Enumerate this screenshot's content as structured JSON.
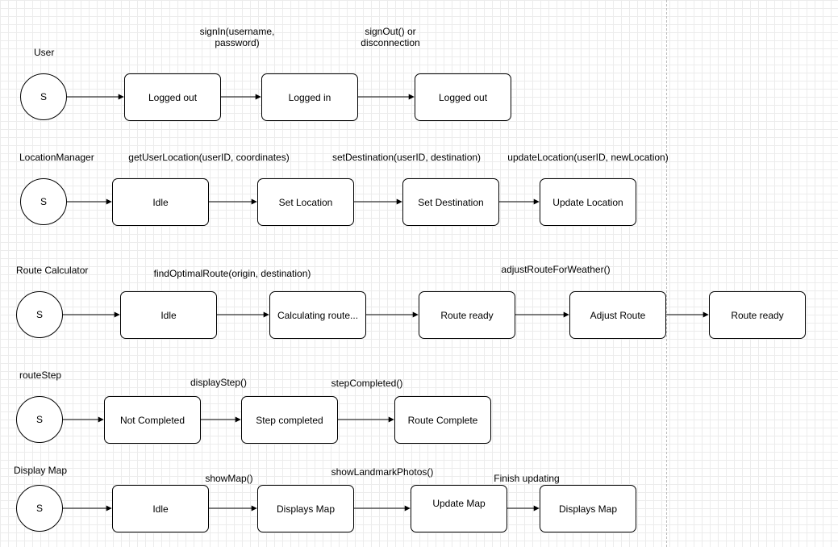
{
  "diagram": {
    "lanes": [
      {
        "id": "user",
        "label": "User",
        "start_label": "S",
        "states": [
          "Logged out",
          "Logged in",
          "Logged out"
        ],
        "transitions": [
          {
            "from": 0,
            "to": 1,
            "label": ""
          },
          {
            "from": 1,
            "to": 2,
            "label": "signIn(username,\npassword)"
          },
          {
            "from": 2,
            "to": 3,
            "label": "signOut() or\ndisconnection"
          }
        ]
      },
      {
        "id": "location-manager",
        "label": "LocationManager",
        "start_label": "S",
        "states": [
          "Idle",
          "Set Location",
          "Set Destination",
          "Update Location"
        ],
        "transitions": [
          {
            "from": 0,
            "to": 1,
            "label": ""
          },
          {
            "from": 1,
            "to": 2,
            "label": "getUserLocation(userID, coordinates)"
          },
          {
            "from": 2,
            "to": 3,
            "label": "setDestination(userID, destination)"
          },
          {
            "from": 3,
            "to": 4,
            "label": "updateLocation(userID, newLocation)"
          }
        ]
      },
      {
        "id": "route-calculator",
        "label": "Route Calculator",
        "start_label": "S",
        "states": [
          "Idle",
          "Calculating route...",
          "Route ready",
          "Adjust Route",
          "Route ready"
        ],
        "transitions": [
          {
            "from": 0,
            "to": 1,
            "label": ""
          },
          {
            "from": 1,
            "to": 2,
            "label": "findOptimalRoute(origin, destination)"
          },
          {
            "from": 2,
            "to": 3,
            "label": ""
          },
          {
            "from": 3,
            "to": 4,
            "label": "adjustRouteForWeather()"
          },
          {
            "from": 4,
            "to": 5,
            "label": ""
          }
        ]
      },
      {
        "id": "route-step",
        "label": "routeStep",
        "start_label": "S",
        "states": [
          "Not Completed",
          "Step completed",
          "Route Complete"
        ],
        "transitions": [
          {
            "from": 0,
            "to": 1,
            "label": ""
          },
          {
            "from": 1,
            "to": 2,
            "label": "displayStep()"
          },
          {
            "from": 2,
            "to": 3,
            "label": "stepCompleted()"
          }
        ]
      },
      {
        "id": "display-map",
        "label": "Display Map",
        "start_label": "S",
        "states": [
          "Idle",
          "Displays Map",
          "Update Map",
          "Displays Map"
        ],
        "transitions": [
          {
            "from": 0,
            "to": 1,
            "label": ""
          },
          {
            "from": 1,
            "to": 2,
            "label": "showMap()"
          },
          {
            "from": 2,
            "to": 3,
            "label": "showLandmarkPhotos()"
          },
          {
            "from": 3,
            "to": 4,
            "label": "Finish updating"
          }
        ]
      }
    ]
  }
}
